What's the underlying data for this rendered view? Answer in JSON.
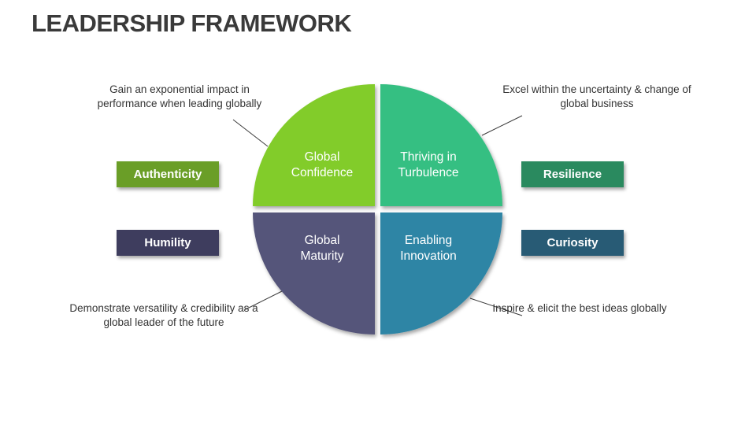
{
  "title": "LEADERSHIP FRAMEWORK",
  "quadrants": [
    {
      "lines": [
        "Global",
        "Confidence"
      ],
      "color": "#82cc2a"
    },
    {
      "lines": [
        "Thriving in",
        "Turbulence"
      ],
      "color": "#35bf82"
    },
    {
      "lines": [
        "Global",
        "Maturity"
      ],
      "color": "#55557a"
    },
    {
      "lines": [
        "Enabling",
        "Innovation"
      ],
      "color": "#2e85a5"
    }
  ],
  "tags": [
    {
      "label": "Authenticity",
      "color": "#6a9e27"
    },
    {
      "label": "Humility",
      "color": "#3e3d5e"
    },
    {
      "label": "Resilience",
      "color": "#2a8a5f"
    },
    {
      "label": "Curiosity",
      "color": "#285b75"
    }
  ],
  "notes": {
    "top_left": "Gain an exponential impact in performance when leading globally",
    "top_right": "Excel within the uncertainty & change of global business",
    "bottom_left": "Demonstrate versatility & credibility as a global leader of the future",
    "bottom_right": "Inspire & elicit the best ideas globally"
  }
}
